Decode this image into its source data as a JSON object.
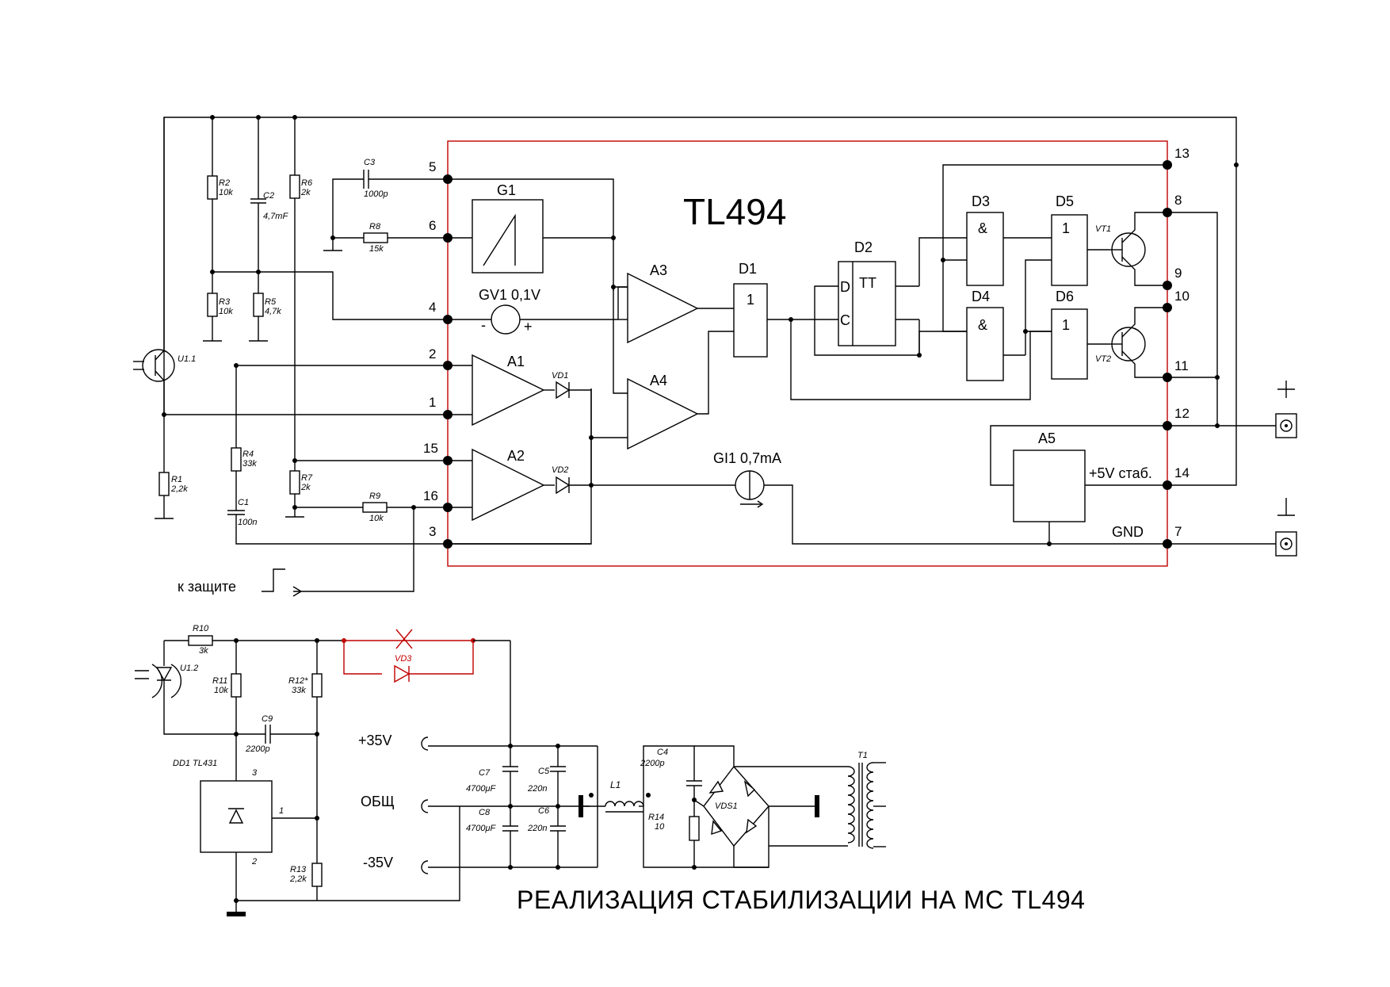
{
  "chip": {
    "name": "TL494"
  },
  "caption": "РЕАЛИЗАЦИЯ СТАБИЛИЗАЦИИ НА МС TL494",
  "pins": {
    "p5": "5",
    "p6": "6",
    "p4": "4",
    "p2": "2",
    "p1": "1",
    "p15": "15",
    "p16": "16",
    "p3": "3",
    "p13": "13",
    "p8": "8",
    "p9": "9",
    "p10": "10",
    "p11": "11",
    "p12": "12",
    "p14": "14",
    "p7": "7"
  },
  "blocks": {
    "g1": "G1",
    "gv1": "GV1 0,1V",
    "a1": "A1",
    "a2": "A2",
    "a3": "A3",
    "a4": "A4",
    "a5": "A5",
    "d1": "D1",
    "d1_sym": "1",
    "d2": "D2",
    "d2_tt": "TT",
    "d2_d": "D",
    "d2_c": "C",
    "d3": "D3",
    "d3_sym": "&",
    "d4": "D4",
    "d4_sym": "&",
    "d5": "D5",
    "d5_sym": "1",
    "d6": "D6",
    "d6_sym": "1",
    "vt1": "VT1",
    "vt2": "VT2",
    "vd1": "VD1",
    "vd2": "VD2",
    "gi1": "GI1 0,7mA",
    "plus5": "+5V стаб.",
    "gnd": "GND",
    "gv1_minus": "-",
    "gv1_plus": "+"
  },
  "components": {
    "c3": "C3",
    "c3v": "1000p",
    "r8": "R8",
    "r8v": "15k",
    "r2": "R2",
    "r2v": "10k",
    "c2": "C2",
    "c2v": "4,7mF",
    "r6": "R6",
    "r6v": "2k",
    "r3": "R3",
    "r3v": "10k",
    "r5": "R5",
    "r5v": "4,7k",
    "u11": "U1.1",
    "r1": "R1",
    "r1v": "2,2k",
    "r4": "R4",
    "r4v": "33k",
    "c1": "C1",
    "c1v": "100n",
    "r7": "R7",
    "r7v": "2k",
    "r9": "R9",
    "r9v": "10k",
    "protect": "к защите",
    "r10": "R10",
    "r10v": "3k",
    "u12": "U1.2",
    "r11": "R11",
    "r11v": "10k",
    "r12": "R12*",
    "r12v": "33k",
    "vd3": "VD3",
    "c9": "C9",
    "c9v": "2200p",
    "dd1": "DD1 TL431",
    "dd1p3": "3",
    "dd1p1": "1",
    "dd1p2": "2",
    "r13": "R13",
    "r13v": "2,2k",
    "v35p": "+35V",
    "common": "ОБЩ",
    "v35m": "-35V",
    "c7": "C7",
    "c7v": "4700μF",
    "c8": "C8",
    "c8v": "4700μF",
    "c5": "C5",
    "c5v": "220n",
    "c6": "C6",
    "c6v": "220n",
    "l1": "L1",
    "c4": "C4",
    "c4v": "2200p",
    "r14": "R14",
    "r14v": "10",
    "vds1": "VDS1",
    "t1": "T1",
    "out_plus": "+",
    "out_minus": "⊥"
  },
  "colors": {
    "wire": "#000000",
    "chip_outline": "#c00000",
    "removed_part": "#c00000"
  }
}
